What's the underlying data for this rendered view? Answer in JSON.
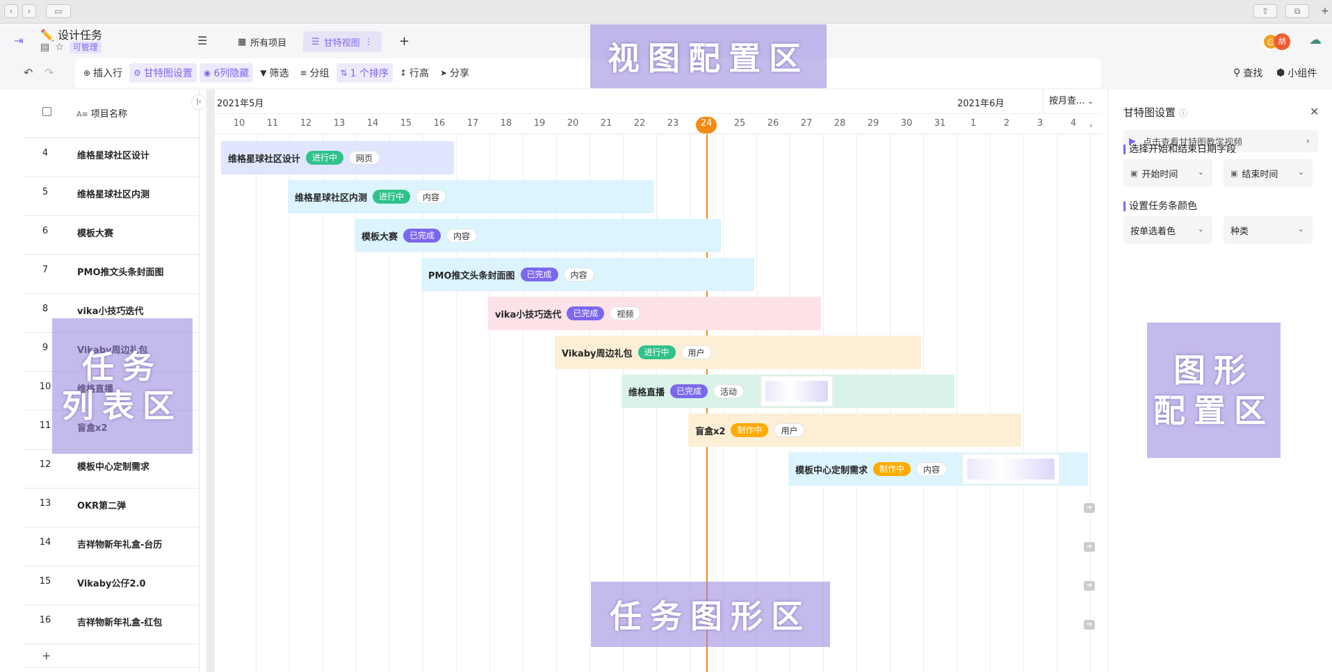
{
  "header": {
    "doc_title": "✏️ 设计任务",
    "permission": "可管理",
    "tabs": [
      {
        "label": "所有项目"
      },
      {
        "label": "甘特视图"
      }
    ],
    "avatar_text": "胡"
  },
  "toolbar": {
    "insert_row": "插入行",
    "gantt_settings": "甘特图设置",
    "hidden_cols": "6列隐藏",
    "filter": "筛选",
    "group": "分组",
    "sort": "1 个排序",
    "row_height": "行高",
    "share": "分享",
    "find": "查找",
    "widget": "小组件"
  },
  "overlays": {
    "view_config": "视图配置区",
    "task_list_1": "任务",
    "task_list_2": "列表区",
    "task_graph": "任务图形区",
    "graph_config_1": "图形",
    "graph_config_2": "配置区"
  },
  "list": {
    "column_name": "项目名称",
    "rows": [
      {
        "num": "4",
        "name": "维格星球社区设计"
      },
      {
        "num": "5",
        "name": "维格星球社区内测"
      },
      {
        "num": "6",
        "name": "模板大赛"
      },
      {
        "num": "7",
        "name": "PMO推文头条封面图"
      },
      {
        "num": "8",
        "name": "vika小技巧迭代"
      },
      {
        "num": "9",
        "name": "Vikaby周边礼包"
      },
      {
        "num": "10",
        "name": "维格直播"
      },
      {
        "num": "11",
        "name": "盲盒x2"
      },
      {
        "num": "12",
        "name": "模板中心定制需求"
      },
      {
        "num": "13",
        "name": "OKR第二弹"
      },
      {
        "num": "14",
        "name": "吉祥物新年礼盒-台历"
      },
      {
        "num": "15",
        "name": "Vikaby公仔2.0"
      },
      {
        "num": "16",
        "name": "吉祥物新年礼盒-红包"
      }
    ],
    "add_label": "+"
  },
  "gantt": {
    "month1": "2021年5月",
    "month2": "2021年6月",
    "scale": "按月查...",
    "days": [
      "10",
      "11",
      "12",
      "13",
      "14",
      "15",
      "16",
      "17",
      "18",
      "19",
      "20",
      "21",
      "22",
      "23",
      "24",
      "25",
      "26",
      "27",
      "28",
      "29",
      "30",
      "31",
      "1",
      "2",
      "3",
      "4"
    ],
    "today": "24",
    "bars": [
      {
        "name": "维格星球社区设计",
        "status": "进行中",
        "status_type": "prog",
        "tag": "网页",
        "start": 0,
        "end": 7,
        "color": "#dfe6fd"
      },
      {
        "name": "维格星球社区内测",
        "status": "进行中",
        "status_type": "prog",
        "tag": "内容",
        "start": 2,
        "end": 13,
        "color": "#dcf4fd"
      },
      {
        "name": "模板大赛",
        "status": "已完成",
        "status_type": "done",
        "tag": "内容",
        "start": 4,
        "end": 15,
        "color": "#dcf4fd"
      },
      {
        "name": "PMO推文头条封面图",
        "status": "已完成",
        "status_type": "done",
        "tag": "内容",
        "start": 6,
        "end": 16,
        "color": "#dcf4fd"
      },
      {
        "name": "vika小技巧迭代",
        "status": "已完成",
        "status_type": "done",
        "tag": "视频",
        "start": 8,
        "end": 18,
        "color": "#fde2e8"
      },
      {
        "name": "Vikaby周边礼包",
        "status": "进行中",
        "status_type": "prog",
        "tag": "用户",
        "start": 10,
        "end": 21,
        "color": "#fdefd5"
      },
      {
        "name": "维格直播",
        "status": "已完成",
        "status_type": "done",
        "tag": "活动",
        "start": 12,
        "end": 22,
        "color": "#d9f3e8"
      },
      {
        "name": "盲盒x2",
        "status": "制作中",
        "status_type": "make",
        "tag": "用户",
        "start": 14,
        "end": 24,
        "color": "#fdefd5"
      },
      {
        "name": "模板中心定制需求",
        "status": "制作中",
        "status_type": "make",
        "tag": "内容",
        "start": 17,
        "end": 26,
        "color": "#dcf4fd"
      }
    ],
    "arrow_label": "➔"
  },
  "settings": {
    "title": "甘特图设置",
    "video_link": "点击查看甘特图教学视频",
    "date_section": "选择开始和结束日期字段",
    "start_field": "开始时间",
    "end_field": "结束时间",
    "color_section": "设置任务条颜色",
    "color_mode": "按单选着色",
    "color_field": "种类"
  }
}
